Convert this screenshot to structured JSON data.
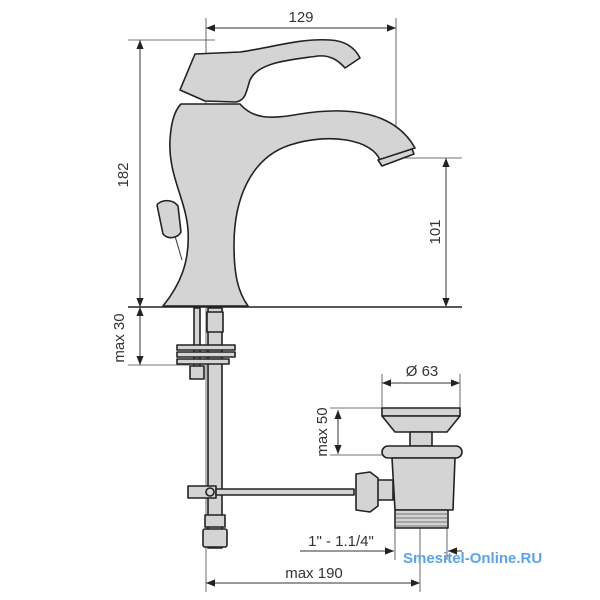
{
  "dimensions": {
    "spout_reach": "129",
    "total_height": "182",
    "spout_height": "101",
    "max_mount_thickness": "max 30",
    "drain_diameter": "Ø 63",
    "drain_max_lift": "max 50",
    "drain_thread": "1\" - 1.1/4\"",
    "rod_max_length": "max 190"
  },
  "watermark": "Smesitel-Online.RU",
  "colors": {
    "part_fill": "#d4d4d4",
    "watermark": "#5aa2f0"
  }
}
